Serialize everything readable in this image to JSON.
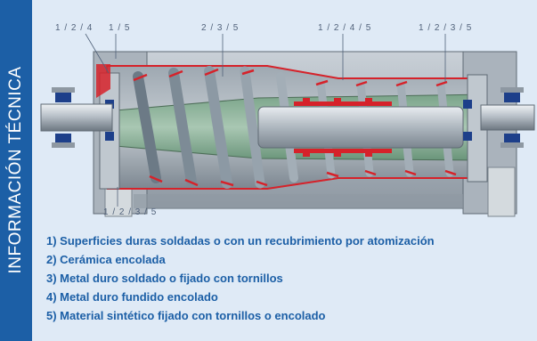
{
  "side_label": "INFORMACIÓN TÉCNICA",
  "callouts": {
    "c1": "1 / 2 / 4",
    "c2": "1 / 5",
    "c3": "2 / 3 / 5",
    "c4": "1 / 2 / 4 / 5",
    "c5": "1 / 2 / 3 / 5",
    "c6": "1 / 2 / 3 / 5"
  },
  "legend": [
    "1) Superficies duras soldadas o con un recubrimiento por atomización",
    "2) Cerámica encolada",
    "3) Metal duro soldado o fijado con tornillos",
    "4) Metal duro fundido encolado",
    "5) Material sintético fijado con tornillos o encolado"
  ],
  "colors": {
    "brand_blue": "#1c5fa6",
    "panel_bg": "#dfeaf6",
    "wear_red": "#d6222a",
    "casing_grey": "#9aa3ad"
  }
}
